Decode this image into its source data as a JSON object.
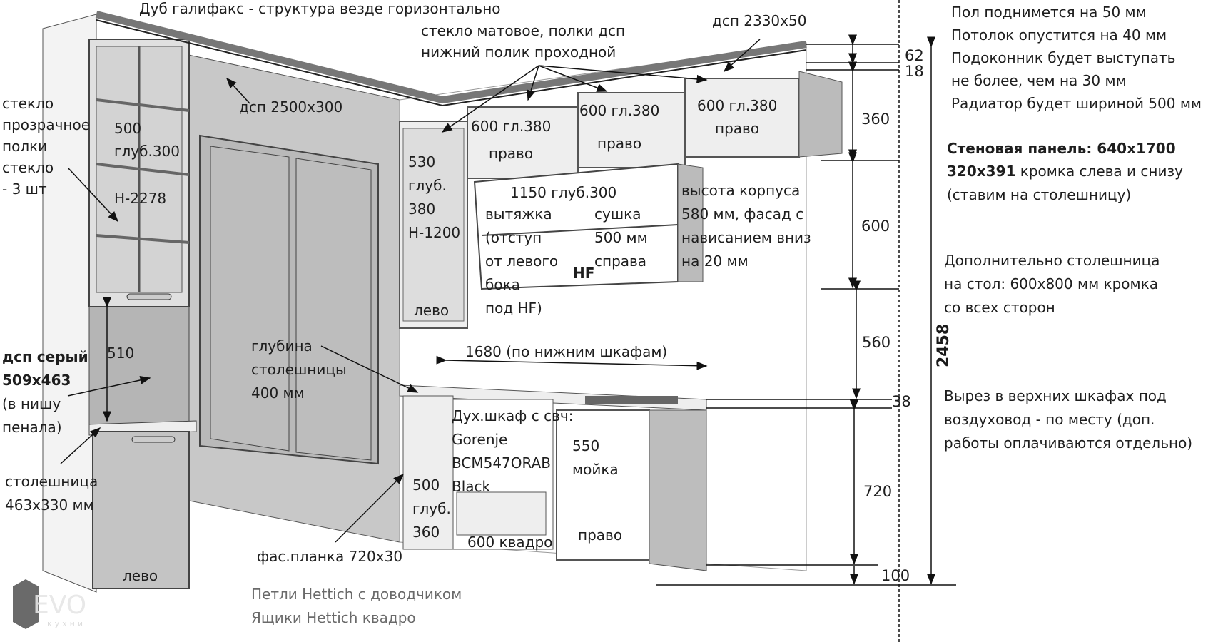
{
  "title": "Дуб галифакс - структура везде горизонтально",
  "callouts": {
    "glass_matte": [
      "стекло матовое, полки дсп",
      "нижний полик проходной"
    ],
    "dsp_top": "дсп 2330x50",
    "dsp_side": "дсп 2500x300",
    "glass_clear": [
      "стекло",
      "прозрачное",
      "полки",
      "стекло",
      "- 3 шт"
    ],
    "tall_cabinet": [
      "500",
      "глуб.300",
      "H-2278"
    ],
    "dsp_grey": [
      "дсп серый",
      "509x463"
    ],
    "dsp_grey_note": [
      "(в нишу",
      "пенала)"
    ],
    "countertop_small": [
      "столешница",
      "463x330 мм"
    ],
    "niche_height": "510",
    "left_door_bottom": "лево",
    "countertop_depth": [
      "глубина",
      "столешницы",
      "400 мм"
    ],
    "panel_strip": "фас.планка 720x30",
    "narrow_upper": [
      "530",
      "глуб.",
      "380",
      "H-1200"
    ],
    "narrow_upper_hinge": "лево",
    "upper1": [
      "600 гл.380",
      "право"
    ],
    "upper2": [
      "600 гл.380",
      "право"
    ],
    "upper3": [
      "600 гл.380",
      "право"
    ],
    "hood_block": "1150 глуб.300",
    "hood": [
      "вытяжка",
      "(отступ",
      "от левого",
      "бока",
      "под HF)"
    ],
    "hood_hf": "HF",
    "dryer": [
      "сушка",
      "500 мм",
      "справа"
    ],
    "corpus_note": [
      "высота корпуса",
      "580 мм, фасад с",
      "нависанием вниз",
      "на 20 мм"
    ],
    "lower_width": "1680 (по нижним шкафам)",
    "oven": [
      "Дух.шкаф с свч:",
      "Gorenje",
      "BCM547ORAB",
      "Black"
    ],
    "drawers": [
      "500",
      "глуб.",
      "360"
    ],
    "oven_base": "600 квадро",
    "sink": [
      "550",
      "мойка"
    ],
    "sink_hinge": "право"
  },
  "dimensions": {
    "d62": "62",
    "d18": "18",
    "d360": "360",
    "d600": "600",
    "d560": "560",
    "d38": "38",
    "d720": "720",
    "d100": "100",
    "total": "2458"
  },
  "notes": {
    "room": [
      "Пол поднимется на 50 мм",
      "Потолок опустится на 40 мм",
      "Подоконник будет выступать",
      "не более, чем на 30 мм",
      "Радиатор будет шириной 500 мм"
    ],
    "wall_panel_bold1": "Стеновая панель: 640x1700",
    "wall_panel_bold2": "320x391",
    "wall_panel_rest": " кромка слева и снизу",
    "wall_panel_3": "(ставим на столешницу)",
    "extra_top": [
      "Дополнительно столешница",
      "на стол: 600x800 мм кромка",
      "со всех сторон"
    ],
    "cutout": [
      "Вырез в верхних шкафах под",
      "воздуховод - по месту (доп.",
      "работы оплачиваются отдельно)"
    ],
    "hardware": [
      "Петли Hettich с доводчиком",
      "Ящики Hettich квадро"
    ]
  },
  "logo": {
    "text": "EVO",
    "sub": "кухни"
  }
}
